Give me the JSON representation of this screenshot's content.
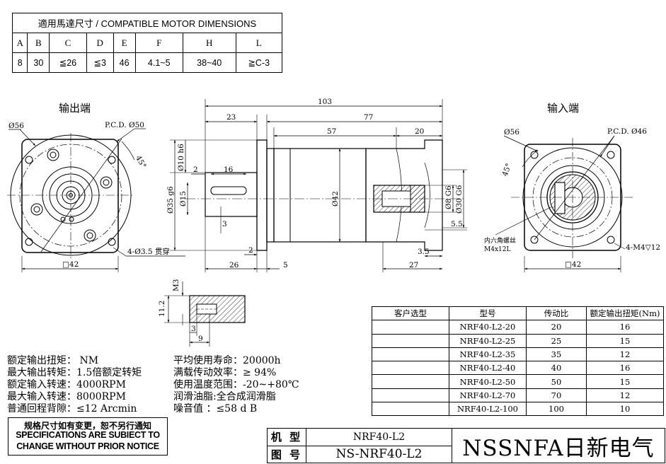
{
  "motor_table": {
    "title": "適用馬達尺寸 / COMPATIBLE MOTOR DIMENSIONS",
    "letters": [
      "A",
      "B",
      "C",
      "D",
      "E",
      "F",
      "H",
      "L"
    ],
    "values": [
      "8",
      "30",
      "≦26",
      "≦3",
      "46",
      "4.1~5",
      "38~40",
      "≧C-3"
    ]
  },
  "views": {
    "output": "输出端",
    "input": "输入端"
  },
  "output_dims": {
    "dia56": "Ø56",
    "pcd": "P.C.D. Ø50",
    "angle": "45°",
    "holes": "4-Ø3.5 贯穿",
    "square": "□42"
  },
  "side_dims": {
    "d103": "103",
    "d23": "23",
    "d77": "77",
    "d57": "57",
    "d20": "20",
    "d2a": "2",
    "d16": "16",
    "d3": "3",
    "d2b": "2",
    "d26": "26",
    "d5a": "5",
    "d27": "27",
    "d35": "3.5",
    "d55": "5.5",
    "dia10": "Ø10 h6",
    "dia35": "Ø35 g6",
    "dia15": "Ø15",
    "dia42": "Ø42",
    "dia8": "Ø8 G6",
    "dia30": "Ø30 G6"
  },
  "key_dims": {
    "m3": "M3",
    "h112": "11.2",
    "d3": "3",
    "d9": "9"
  },
  "input_dims": {
    "dia56": "Ø56",
    "pcd": "P.C.D. Ø46",
    "angle": "45°",
    "screw": "内六角螺丝",
    "screw_size": "M4x12L",
    "holes": "4-M4▽12",
    "square": "□42"
  },
  "specs_left": [
    "额定输出扭矩：    NM",
    "最大输出转矩：1.5倍额定转矩",
    "额定输入转速：4000RPM",
    "最大输入转速：8000RPM",
    "普通回程背隙：≤12 Arcmin"
  ],
  "specs_right": [
    "平均使用寿命：20000h",
    "满载传动效率：≥  94%",
    "使用温度范围：-20~+80℃",
    "润滑油脂:全合成润滑脂",
    "噪音值       ：≤58 d B"
  ],
  "model_table": {
    "headers": [
      "客户选型",
      "型号",
      "传动比",
      "额定输出扭矩(Nm)"
    ],
    "rows": [
      [
        "",
        "NRF40-L2-20",
        "20",
        "16"
      ],
      [
        "",
        "NRF40-L2-25",
        "25",
        "15"
      ],
      [
        "",
        "NRF40-L2-35",
        "35",
        "12"
      ],
      [
        "",
        "NRF40-L2-40",
        "40",
        "16"
      ],
      [
        "",
        "NRF40-L2-50",
        "50",
        "15"
      ],
      [
        "",
        "NRF40-L2-70",
        "70",
        "12"
      ],
      [
        "",
        "NRF40-L2-100",
        "100",
        "10"
      ]
    ]
  },
  "notice": {
    "line1": "规格尺寸如有变更，恕不另行通知",
    "line2": "SPECIFICATIONS ARE SUBIECT TO",
    "line3": "CHANGE WITHOUT PRIOR NOTICE"
  },
  "title_block": {
    "model_label": "机 型",
    "model_value": "NRF40-L2",
    "drawing_label": "图 号",
    "drawing_value": "NS-NRF40-L2",
    "brand": "NSSNFA日新电气"
  }
}
